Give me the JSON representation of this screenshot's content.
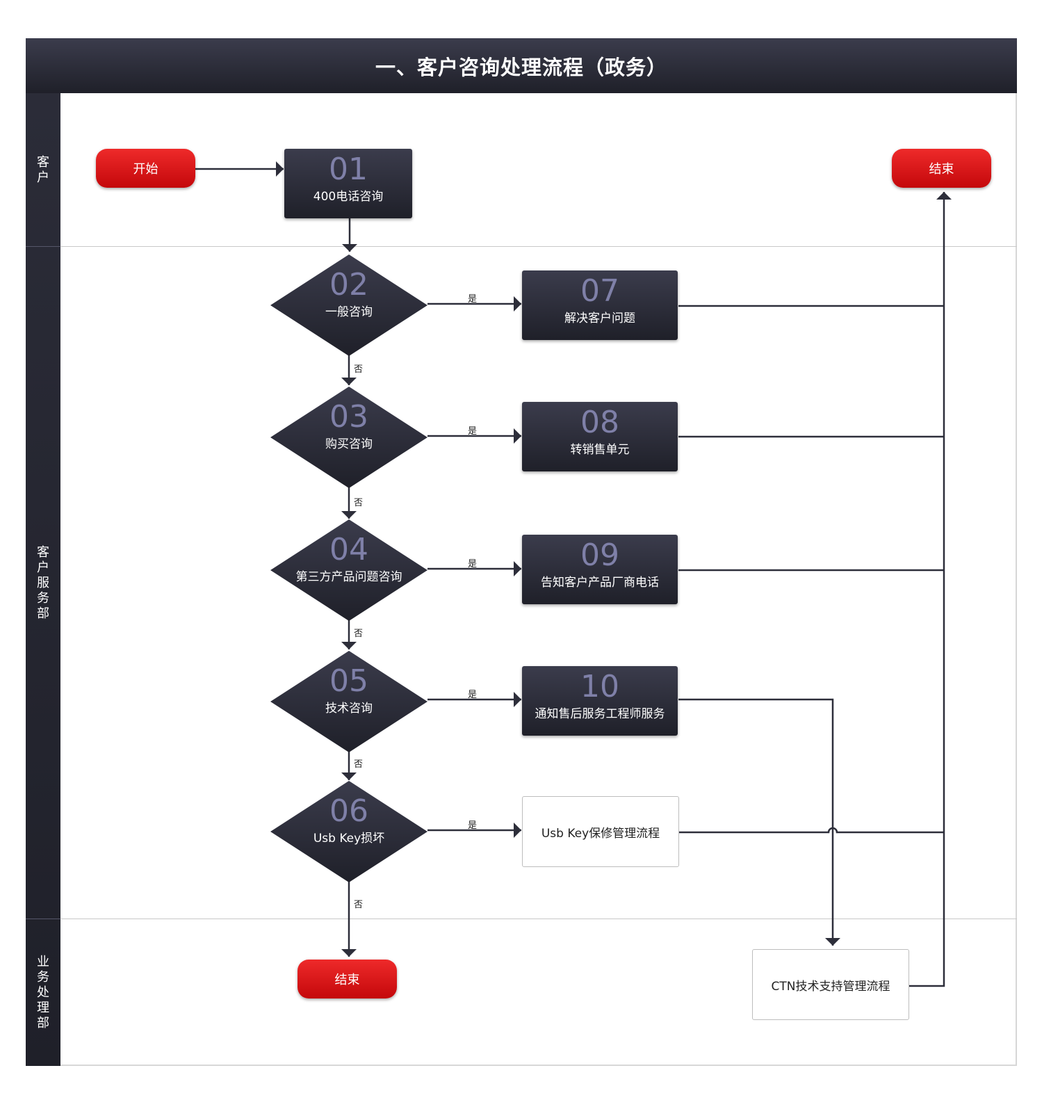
{
  "title": "一、客户咨询处理流程（政务）",
  "lanes": [
    {
      "name": "客户",
      "chars": [
        "客",
        "户"
      ]
    },
    {
      "name": "客户服务部",
      "chars": [
        "客",
        "户",
        "服",
        "务",
        "部"
      ]
    },
    {
      "name": "业务处理部",
      "chars": [
        "业",
        "务",
        "处",
        "理",
        "部"
      ]
    }
  ],
  "terminals": {
    "start": "开始",
    "end_top": "结束",
    "end_bottom": "结束"
  },
  "steps": {
    "s01": {
      "num": "01",
      "label": "400电话咨询"
    },
    "s02": {
      "num": "02",
      "label": "一般咨询"
    },
    "s03": {
      "num": "03",
      "label": "购买咨询"
    },
    "s04": {
      "num": "04",
      "label": "第三方产品问题咨询"
    },
    "s05": {
      "num": "05",
      "label": "技术咨询"
    },
    "s06": {
      "num": "06",
      "label": "Usb Key损坏"
    },
    "s07": {
      "num": "07",
      "label": "解决客户问题"
    },
    "s08": {
      "num": "08",
      "label": "转销售单元"
    },
    "s09": {
      "num": "09",
      "label": "告知客户产品厂商电话"
    },
    "s10": {
      "num": "10",
      "label": "通知售后服务工程师服务"
    },
    "usbkey": {
      "label": "Usb Key保修管理流程"
    },
    "ctn": {
      "label": "CTN技术支持管理流程"
    }
  },
  "connector_labels": {
    "yes": "是",
    "no": "否"
  },
  "colors": {
    "dark_node": "#2b2c38",
    "terminal_red": "#e01013",
    "number_tint": "#7f80a8",
    "line": "#2d2e3a"
  }
}
